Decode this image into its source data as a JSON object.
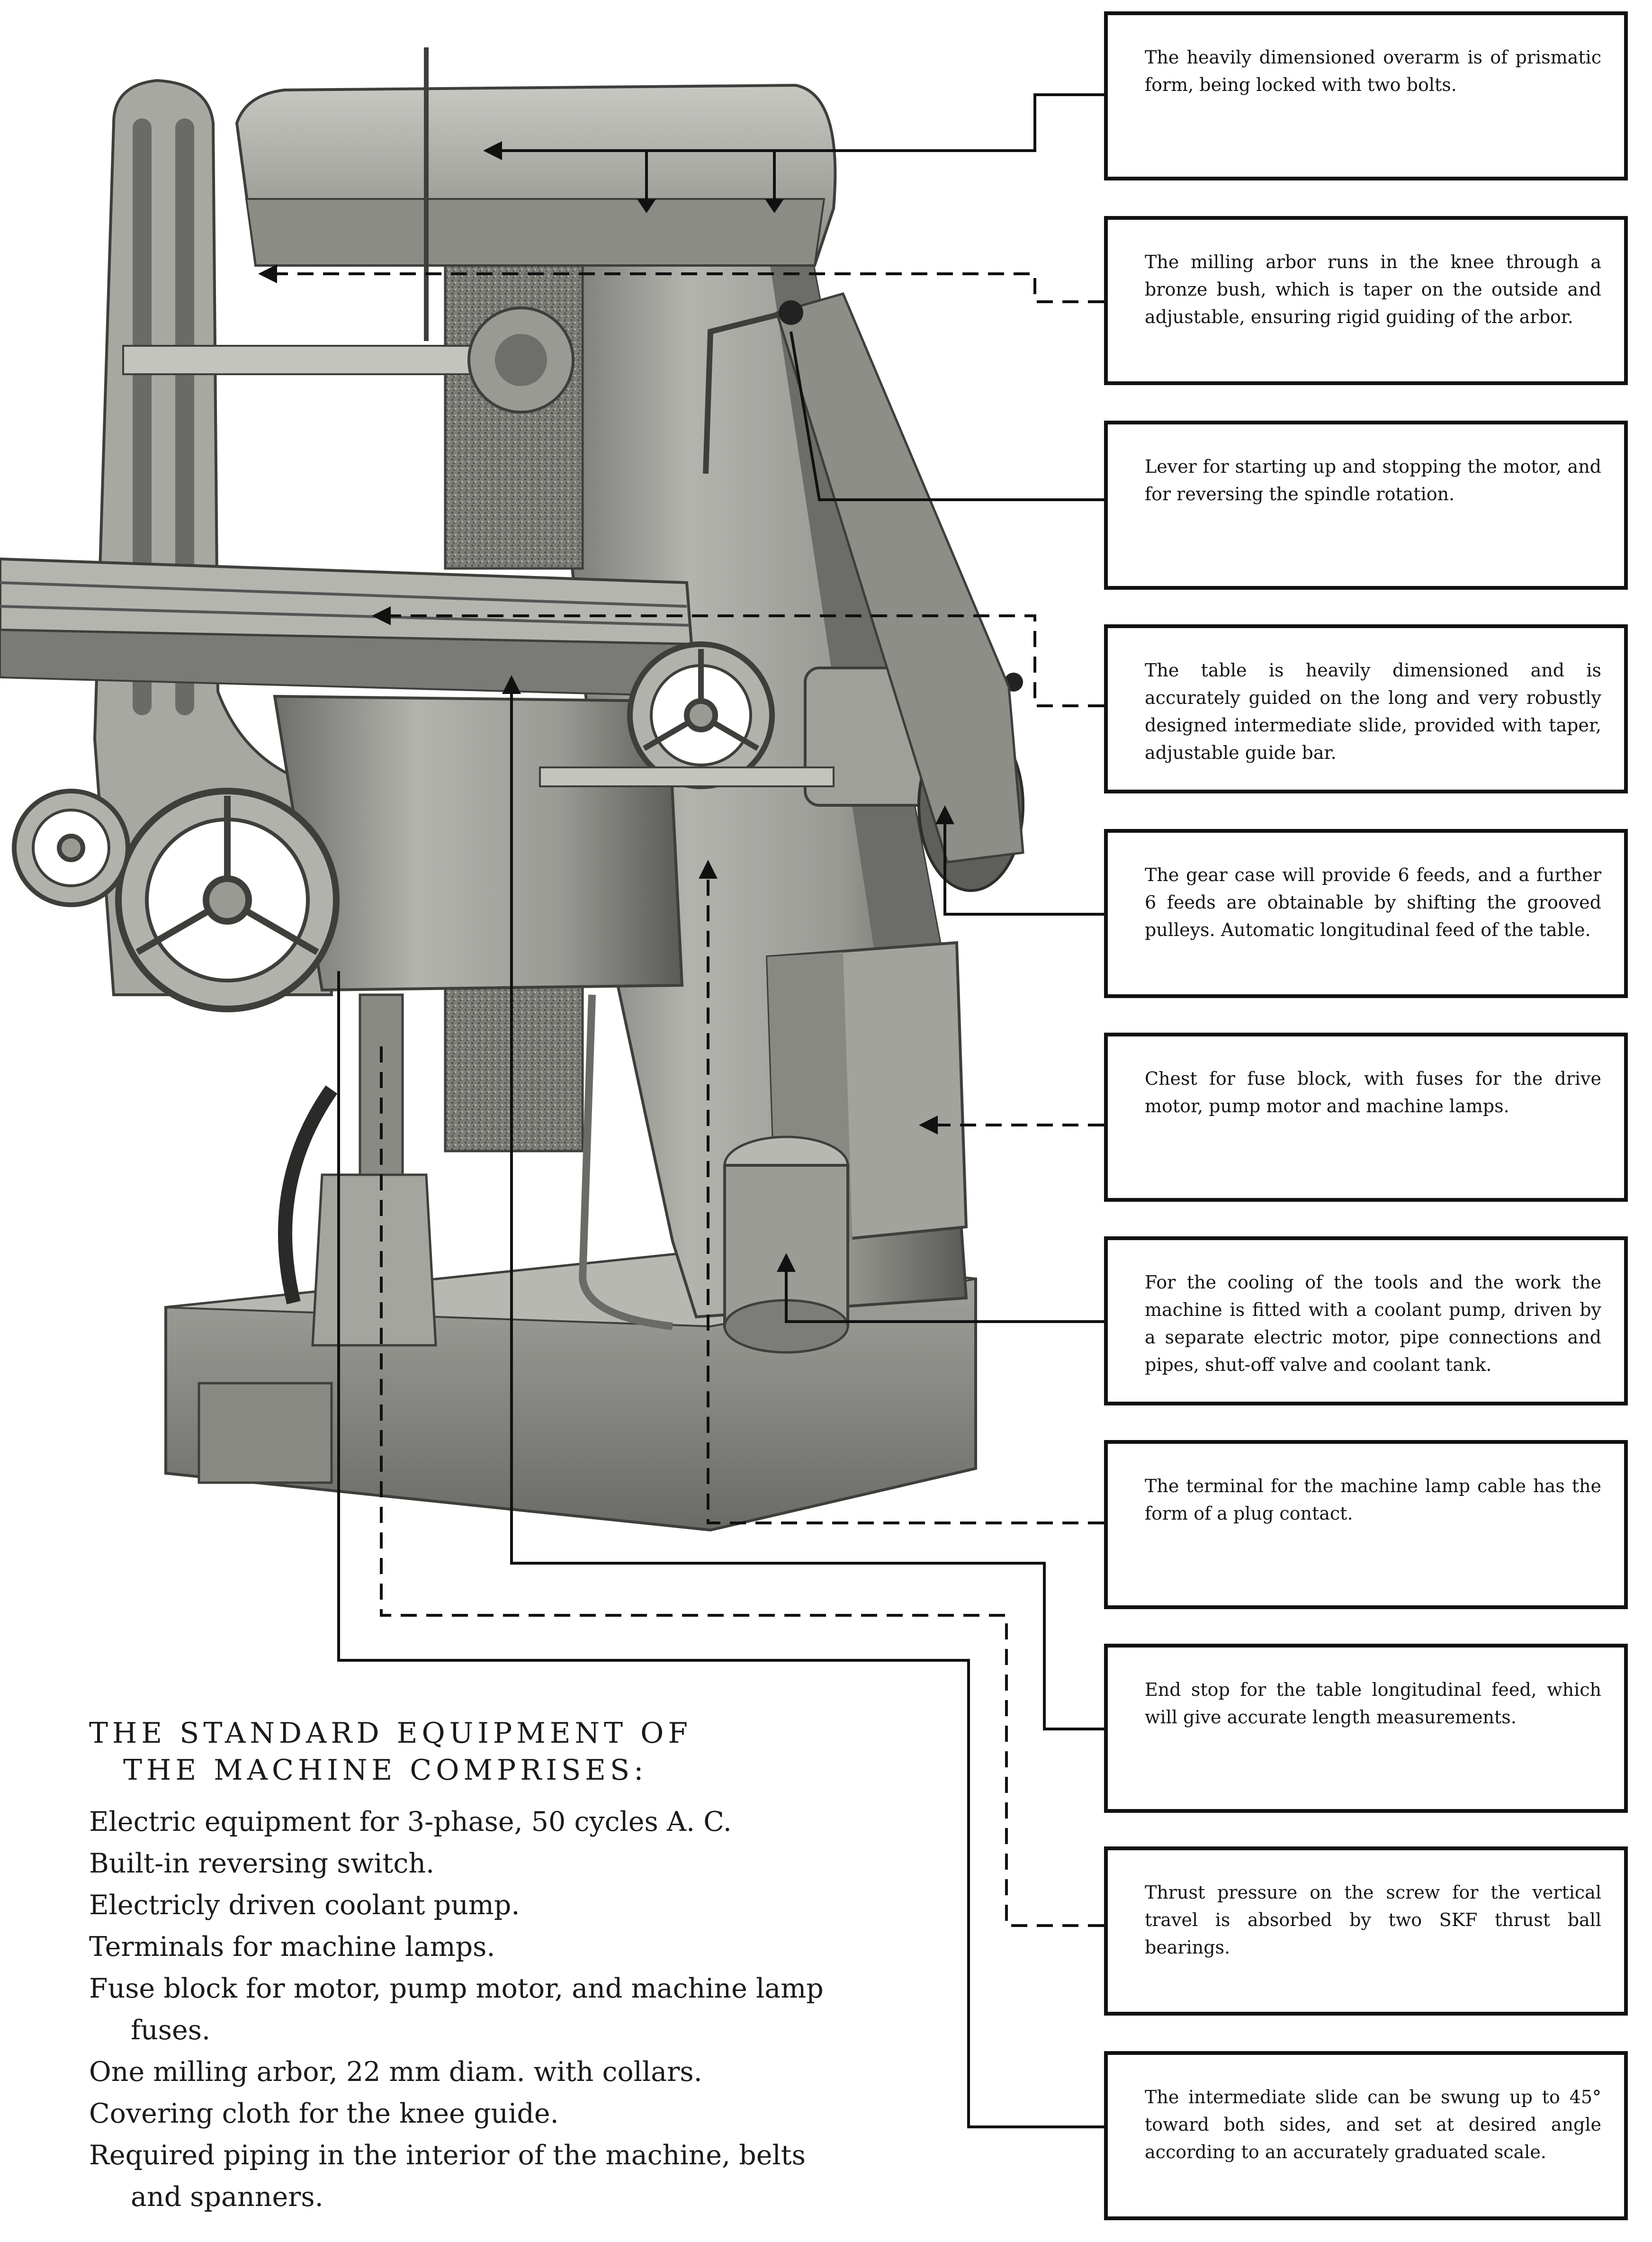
{
  "callouts": [
    {
      "text": "The heavily dimensioned overarm is of prismatic form, being locked with two bolts."
    },
    {
      "text": "The milling arbor runs in the knee through a bronze bush, which is taper on the outside and adjustable, ensuring rigid guiding of the arbor."
    },
    {
      "text": "Lever for starting up and stopping the motor, and for reversing the spindle rotation."
    },
    {
      "text": "The table is heavily dimensioned and is accurately guided on the long and very robustly designed intermediate slide, provided with taper, adjustable guide bar."
    },
    {
      "text": "The gear case will provide 6 feeds, and a further 6 feeds are obtainable by shifting the grooved pulleys. Automatic longitudinal feed of the table."
    },
    {
      "text": "Chest for fuse block, with fuses for the drive motor, pump motor and machine lamps."
    },
    {
      "text": "For the cooling of the tools and the work the machine is fitted with a coolant pump, driven by a separate electric motor, pipe connections and pipes, shut-off valve and coolant tank."
    },
    {
      "text": "The terminal for the machine lamp cable has the form of a plug contact."
    },
    {
      "text": "End stop for the table longitudinal feed, which will give accurate length measurements."
    },
    {
      "text": "Thrust pressure on the screw for the vertical travel is absorbed by two SKF thrust ball bearings."
    },
    {
      "text": "The intermediate slide can be swung up to 45° toward both sides, and set at desired angle according to an accurately graduated scale."
    }
  ],
  "standard_equipment": {
    "title_line1": "THE STANDARD EQUIPMENT OF",
    "title_line2": "THE MACHINE COMPRISES:",
    "items": [
      "Electric equipment for 3-phase, 50 cycles A. C.",
      "Built-in reversing switch.",
      "Electricly driven coolant pump.",
      "Terminals for machine lamps.",
      "Fuse block for motor, pump motor, and machine lamp fuses.",
      "One milling arbor, 22 mm diam. with collars.",
      "Covering cloth for the knee guide.",
      "Required piping in the interior of the machine, belts and spanners."
    ]
  },
  "colors": {
    "machine_body": "#9c9c98",
    "machine_shadow": "#5e5e5a",
    "machine_light": "#c9c9c4",
    "leader_lines": "#111111",
    "box_border": "#111111"
  }
}
